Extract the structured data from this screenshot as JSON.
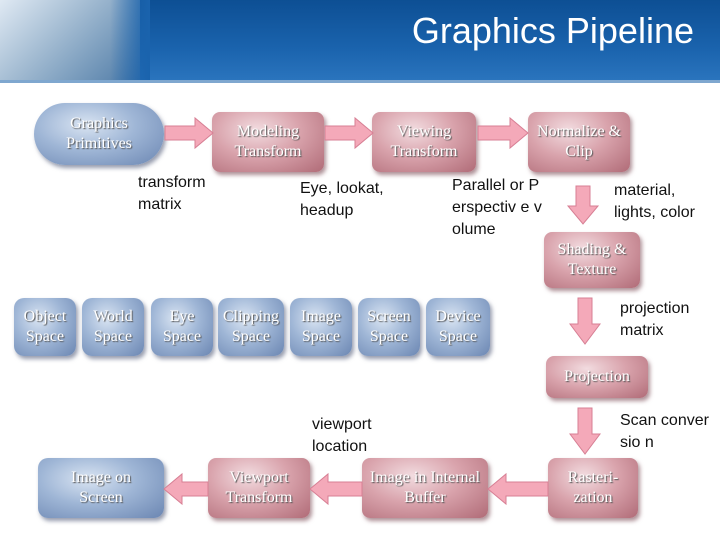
{
  "title": "Graphics Pipeline",
  "top_row": [
    {
      "label": "Graphics Primitives"
    },
    {
      "label": "Modeling Transform"
    },
    {
      "label": "Viewing Transform"
    },
    {
      "label": "Normalize & Clip"
    }
  ],
  "annotations": {
    "transform_matrix": "transform matrix",
    "eye_lookat": "Eye, lookat, headup",
    "parallel": "Parallel or Perspectiv e volume",
    "material": "material, lights, color",
    "projection_matrix": "projection matrix",
    "viewport_location": "viewport location",
    "scan_conversion": "Scan conversio n"
  },
  "shading": "Shading & Texture",
  "spaces": [
    "Object Space",
    "World Space",
    "Eye Space",
    "Clipping Space",
    "Image Space",
    "Screen Space",
    "Device Space"
  ],
  "projection": "Projection",
  "bottom_row": [
    {
      "label": "Image on Screen"
    },
    {
      "label": "Viewport Transform"
    },
    {
      "label": "Image in Internal Buffer"
    },
    {
      "label": "Rasteri- zation"
    }
  ],
  "colors": {
    "header": "#1a63ad",
    "arrow_fill": "#f4a9b9",
    "arrow_stroke": "#d77f94",
    "blue_box": "#9fb6d6",
    "red_box": "#d9a3ac"
  }
}
